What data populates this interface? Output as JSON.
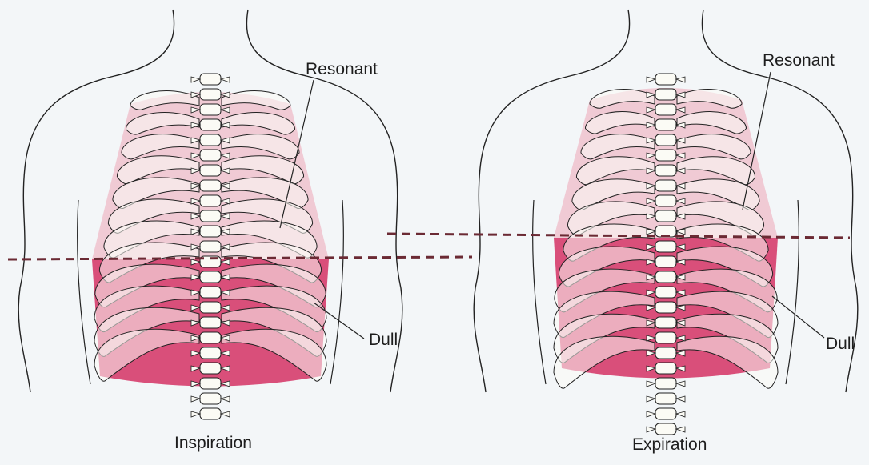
{
  "panels": [
    {
      "caption": "Inspiration",
      "labels": {
        "resonant": "Resonant",
        "dull": "Dull"
      }
    },
    {
      "caption": "Expiration",
      "labels": {
        "resonant": "Resonant",
        "dull": "Dull"
      }
    }
  ],
  "colors": {
    "background": "#f3f6f8",
    "resonant_zone": "#f0cad4",
    "dull_zone": "#d94f7a",
    "rib_fill": "#fbfbf5",
    "outline": "#222222",
    "dashed_line": "#6b2a34"
  }
}
